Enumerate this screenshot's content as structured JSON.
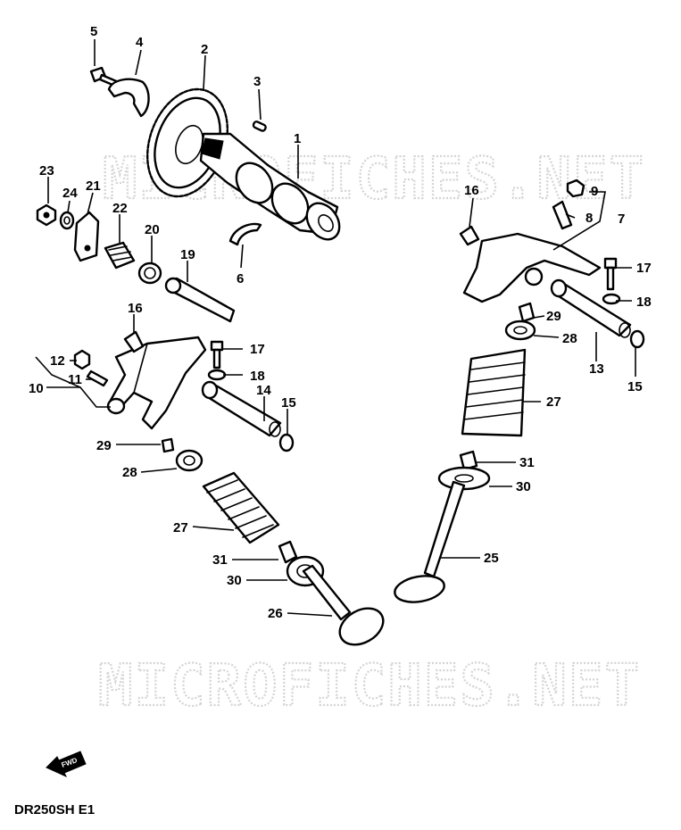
{
  "watermark": "MICROFICHES.NET",
  "model_code": "DR250SH  E1",
  "forward_label": "FWD",
  "callouts": {
    "c1": "1",
    "c2": "2",
    "c3": "3",
    "c4": "4",
    "c5": "5",
    "c6": "6",
    "c7": "7",
    "c8": "8",
    "c9": "9",
    "c10": "10",
    "c11": "11",
    "c12": "12",
    "c13": "13",
    "c14": "14",
    "c15_left": "15",
    "c15_right": "15",
    "c16_left": "16",
    "c16_right": "16",
    "c17_left": "17",
    "c17_right": "17",
    "c18_left": "18",
    "c18_right": "18",
    "c19": "19",
    "c20": "20",
    "c21": "21",
    "c22": "22",
    "c23": "23",
    "c24": "24",
    "c25": "25",
    "c26": "26",
    "c27_left": "27",
    "c27_right": "27",
    "c28_left": "28",
    "c28_right": "28",
    "c29_left": "29",
    "c29_right": "29",
    "c30_left": "30",
    "c30_right": "30",
    "c31_left": "31",
    "c31_right": "31"
  }
}
